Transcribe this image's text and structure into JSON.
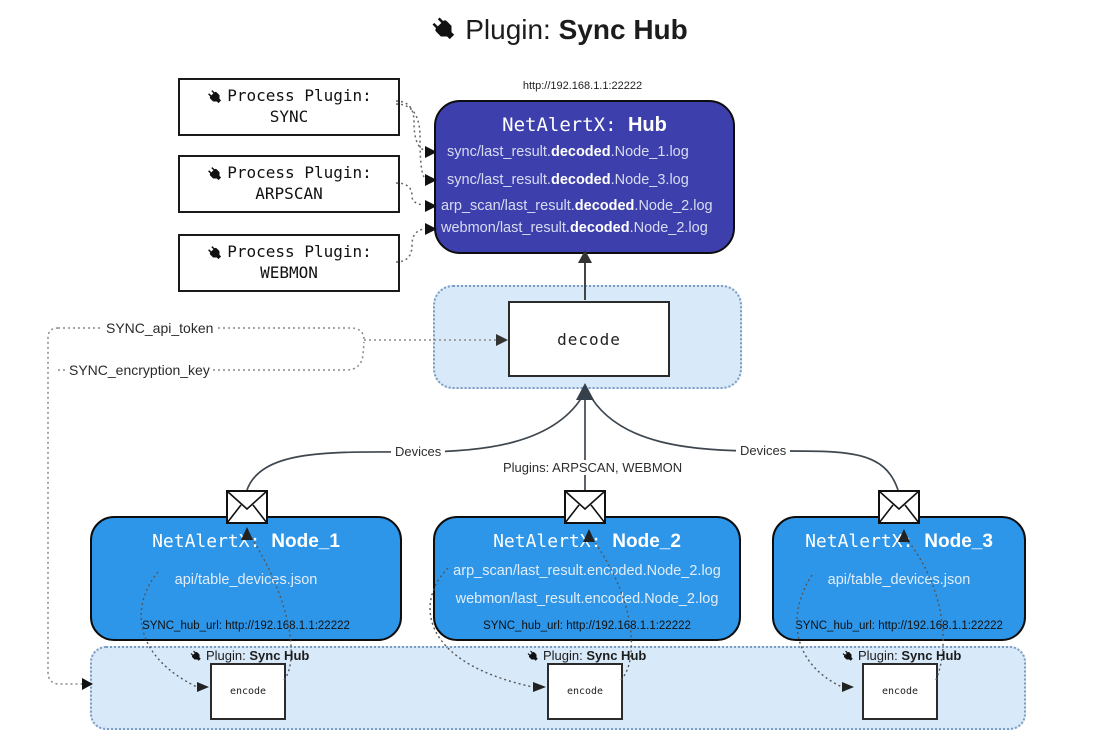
{
  "title": {
    "regular": "Plugin: ",
    "bold": "Sync Hub"
  },
  "process_plugins": [
    {
      "label": "Process Plugin:",
      "name": "SYNC"
    },
    {
      "label": "Process Plugin:",
      "name": "ARPSCAN"
    },
    {
      "label": "Process Plugin:",
      "name": "WEBMON"
    }
  ],
  "hub": {
    "url": "http://192.168.1.1:22222",
    "title_prefix": "NetAlertX: ",
    "title_bold": "Hub",
    "logs": [
      {
        "pre": "sync/last_result.",
        "bold": "decoded",
        "post": ".Node_1.log"
      },
      {
        "pre": "sync/last_result.",
        "bold": "decoded",
        "post": ".Node_3.log"
      },
      {
        "pre": "arp_scan/last_result.",
        "bold": "decoded",
        "post": ".Node_2.log"
      },
      {
        "pre": "webmon/last_result.",
        "bold": "decoded",
        "post": ".Node_2.log"
      }
    ]
  },
  "decode_label": "decode",
  "config": {
    "api_token": "SYNC_api_token",
    "encryption_key": "SYNC_encryption_key"
  },
  "edge_labels": {
    "devices_left": "Devices",
    "plugins_center": "Plugins: ARPSCAN, WEBMON",
    "devices_right": "Devices"
  },
  "nodes": [
    {
      "title_prefix": "NetAlertX: ",
      "title_bold": "Node_1",
      "files": [
        "api/table_devices.json"
      ],
      "hub_url": "SYNC_hub_url: http://192.168.1.1:22222"
    },
    {
      "title_prefix": "NetAlertX: ",
      "title_bold": "Node_2",
      "files": [
        "arp_scan/last_result.encoded.Node_2.log",
        "webmon/last_result.encoded.Node_2.log"
      ],
      "hub_url": "SYNC_hub_url: http://192.168.1.1:22222"
    },
    {
      "title_prefix": "NetAlertX: ",
      "title_bold": "Node_3",
      "files": [
        "api/table_devices.json"
      ],
      "hub_url": "SYNC_hub_url: http://192.168.1.1:22222"
    }
  ],
  "encoders": {
    "plugin_regular": "Plugin: ",
    "plugin_bold": "Sync Hub",
    "encode_label": "encode"
  },
  "colors": {
    "hub_fill": "#3d40ac",
    "node_fill": "#2e96e9",
    "panel_fill": "#d8e9fa"
  }
}
